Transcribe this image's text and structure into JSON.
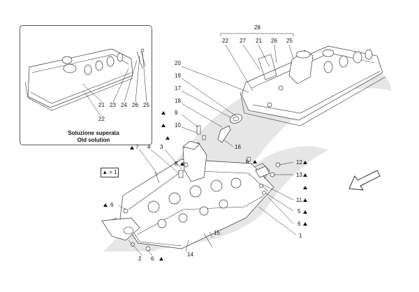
{
  "inset": {
    "caption_line1": "Soluzione superata",
    "caption_line2": "Old solution"
  },
  "legend": {
    "text": "▲ = 1"
  },
  "callouts": {
    "c28": "28",
    "top22": "22",
    "top27": "27",
    "top21": "21",
    "top26": "26",
    "top25": "25",
    "c20": "20",
    "c19": "19",
    "c17": "17",
    "c18": "18",
    "c9": "9",
    "c10": "10",
    "c16": "16",
    "c7": "7",
    "c4": "4",
    "c3": "3",
    "c8": "8",
    "c6a": "6",
    "c12": "12",
    "c13": "13",
    "c11": "11",
    "c5": "5",
    "c6b": "6",
    "c1": "1",
    "c6c": "6",
    "c15": "15",
    "c14": "14",
    "c2": "2",
    "c6d": "6",
    "in21": "21",
    "in23": "23",
    "in24": "24",
    "in26": "26",
    "in25": "25",
    "in22": "22"
  },
  "colors": {
    "shading": "#e6e6e6",
    "line": "#222222"
  },
  "icons": {
    "direction": "arrow-left-down-icon",
    "marker": "triangle-marker-icon"
  }
}
